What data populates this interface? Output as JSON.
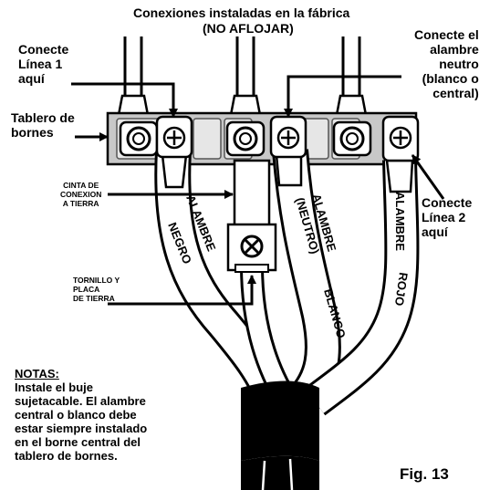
{
  "labels": {
    "title_line1": "Conexiones instaladas en la fábrica",
    "title_line2": "(NO AFLOJAR)",
    "line1": [
      "Conecte",
      "Línea 1",
      "aquí"
    ],
    "neutral": [
      "Conecte el",
      "alambre",
      "neutro",
      "(blanco o",
      "central)"
    ],
    "terminal_block": [
      "Tablero de",
      "bornes"
    ],
    "ground_strap": [
      "CINTA DE",
      "CONEXION",
      "A TIERRA"
    ],
    "line2": [
      "Conecte",
      "Línea 2",
      "aquí"
    ],
    "ground_screw": [
      "TORNILLO Y",
      "PLACA",
      "DE TIERRA"
    ],
    "notes_title": "NOTAS:",
    "notes_body": [
      "Instale el buje",
      "sujetacable. El alambre",
      "central o blanco debe",
      "estar siempre instalado",
      "en el borne central del",
      "tablero de bornes."
    ],
    "fig": "Fig. 13"
  },
  "wire_labels": {
    "black_a": "ALAMBRE",
    "black_b": "NEGRO",
    "neutral_a": "ALAMBRE",
    "neutral_b": "(NEUTRO)",
    "neutral_c": "BLANCO",
    "red_a": "ALAMBRE",
    "red_b": "ROJO"
  }
}
